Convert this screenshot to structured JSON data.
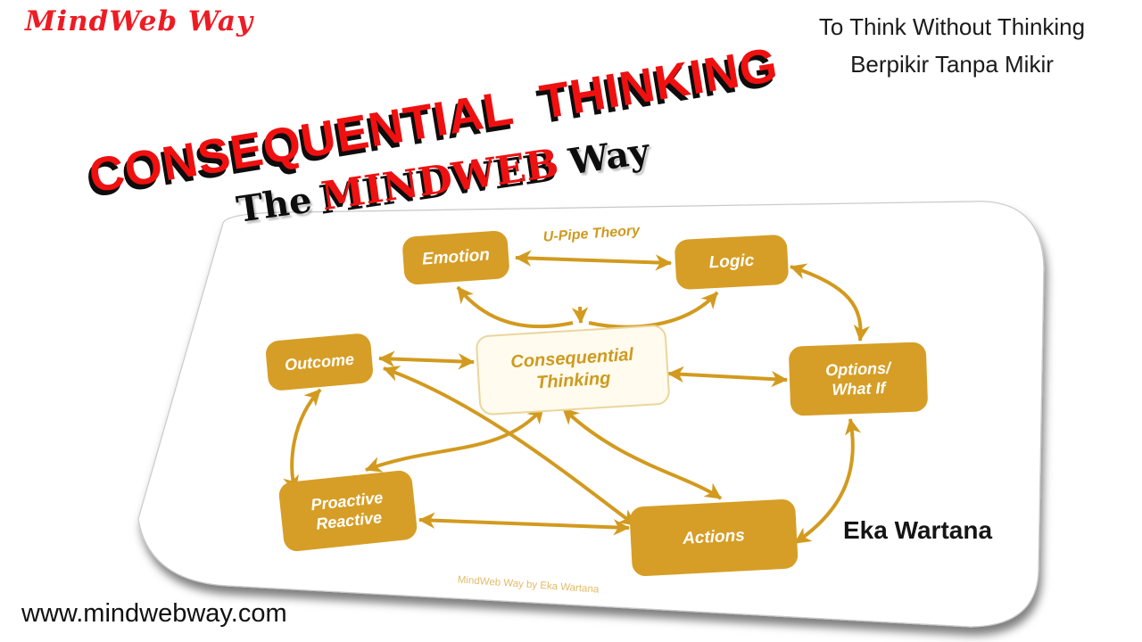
{
  "slide": {
    "logo": "MindWeb Way",
    "tagline_line1": "To Think Without Thinking",
    "tagline_line2": "Berpikir Tanpa Mikir",
    "title": "CONSEQUENTIAL  THINKING",
    "subtitle": {
      "pre": "The",
      "brand": "MINDWEB",
      "post": "Way"
    },
    "author": "Eka Wartana",
    "website": "www.mindwebway.com"
  },
  "diagram": {
    "theory_label": "U-Pipe Theory",
    "credit": "MindWeb Way by Eka Wartana",
    "nodes": {
      "emotion": "Emotion",
      "logic": "Logic",
      "center_line1": "Consequential",
      "center_line2": "Thinking",
      "outcome": "Outcome",
      "options_line1": "Options/",
      "options_line2": "What If",
      "proactive_line1": "Proactive",
      "proactive_line2": "Reactive",
      "actions": "Actions"
    }
  },
  "colors": {
    "gold_connector": "#D29A1E",
    "gold_box": "#D69E26",
    "title_red": "#F01010",
    "logo_red": "#ED1C24",
    "text_black": "#111111",
    "center_box_bg": "#FFFBEE",
    "center_box_border": "#EBD59A"
  }
}
